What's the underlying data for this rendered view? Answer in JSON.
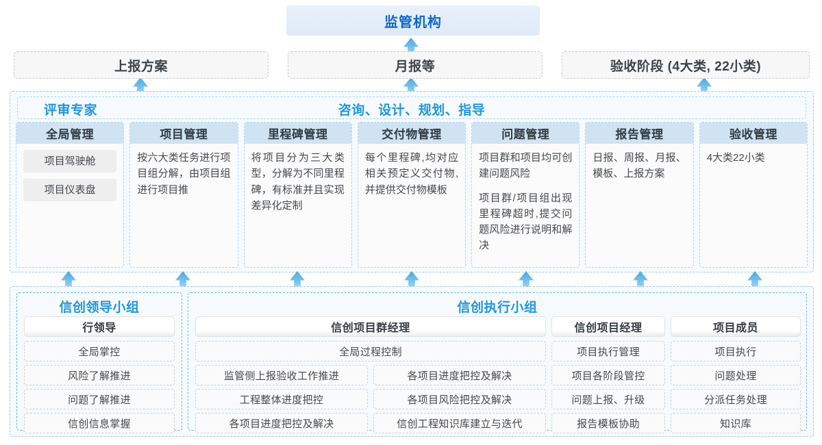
{
  "top": {
    "regulator": "监管机构",
    "reports": [
      "上报方案",
      "月报等",
      "验收阶段 (4大类, 22小类)"
    ]
  },
  "mid": {
    "label_left": "评审专家",
    "label_center": "咨询、设计、规划、指导",
    "cards": [
      {
        "title": "全局管理",
        "pills": [
          "项目驾驶舱",
          "项目仪表盘"
        ],
        "paragraphs": []
      },
      {
        "title": "项目管理",
        "pills": [],
        "paragraphs": [
          "按六大类任务进行项目组分解，由项目组进行项目推"
        ]
      },
      {
        "title": "里程碑管理",
        "pills": [],
        "paragraphs": [
          "将项目分为三大类型，分解为不同里程碑，有标准并且实现差异化定制"
        ]
      },
      {
        "title": "交付物管理",
        "pills": [],
        "paragraphs": [
          "每个里程碑,均对应相关预定义交付物,并提供交付物模板"
        ]
      },
      {
        "title": "问题管理",
        "pills": [],
        "paragraphs": [
          "项目群和项目均可创建问题风险",
          "项目群/项目组出现里程碑超时,提交问题风险进行说明和解决"
        ]
      },
      {
        "title": "报告管理",
        "pills": [],
        "paragraphs": [
          "日报、周报、月报、模板、上报方案"
        ]
      },
      {
        "title": "验收管理",
        "pills": [],
        "paragraphs": [
          "4大类22小类"
        ]
      }
    ]
  },
  "bottom": {
    "lead_group": {
      "title": "信创领导小组",
      "role": "行领导",
      "items": [
        "全局掌控",
        "风险了解推进",
        "问题了解推进",
        "信创信息掌握"
      ]
    },
    "exec_group": {
      "title": "信创执行小组",
      "program_manager": {
        "role": "信创项目群经理",
        "full_width_item": "全局过程控制",
        "left_items": [
          "监管侧上报验收工作推进",
          "工程整体进度把控",
          "各项目进度把控及解决"
        ],
        "right_items": [
          "各项目进度把控及解决",
          "各项目风险把控及解决",
          "信创工程知识库建立与迭代"
        ]
      },
      "project_manager": {
        "role": "信创项目经理",
        "items": [
          "项目执行管理",
          "项目各阶段管控",
          "问题上报、升级",
          "报告模板协助"
        ]
      },
      "member": {
        "role": "项目成员",
        "items": [
          "项目执行",
          "问题处理",
          "分派任务处理",
          "知识库"
        ]
      }
    }
  },
  "colors": {
    "accent_blue": "#2196d9",
    "title_blue": "#1266c8",
    "card_head": "#cfe3f2",
    "arrow": "#4aa8e0"
  }
}
